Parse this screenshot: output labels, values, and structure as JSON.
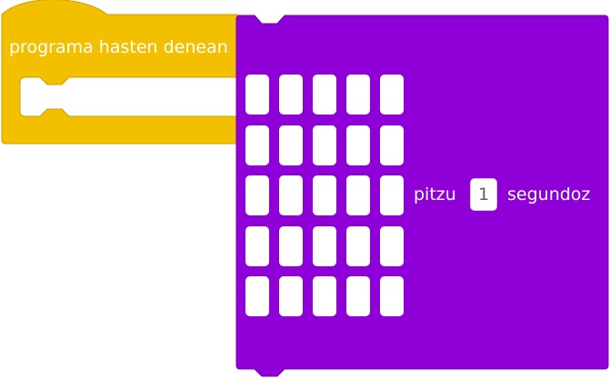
{
  "hat_block": {
    "label": "programa hasten denean",
    "color": "#f3c000",
    "stroke": "#cf9d00"
  },
  "show_block": {
    "color": "#8f00d9",
    "stroke": "#7400b4",
    "prefix_text": "pitzu",
    "seconds_value": "1",
    "suffix_text": "segundoz",
    "led_rows": 5,
    "led_cols": 5
  }
}
